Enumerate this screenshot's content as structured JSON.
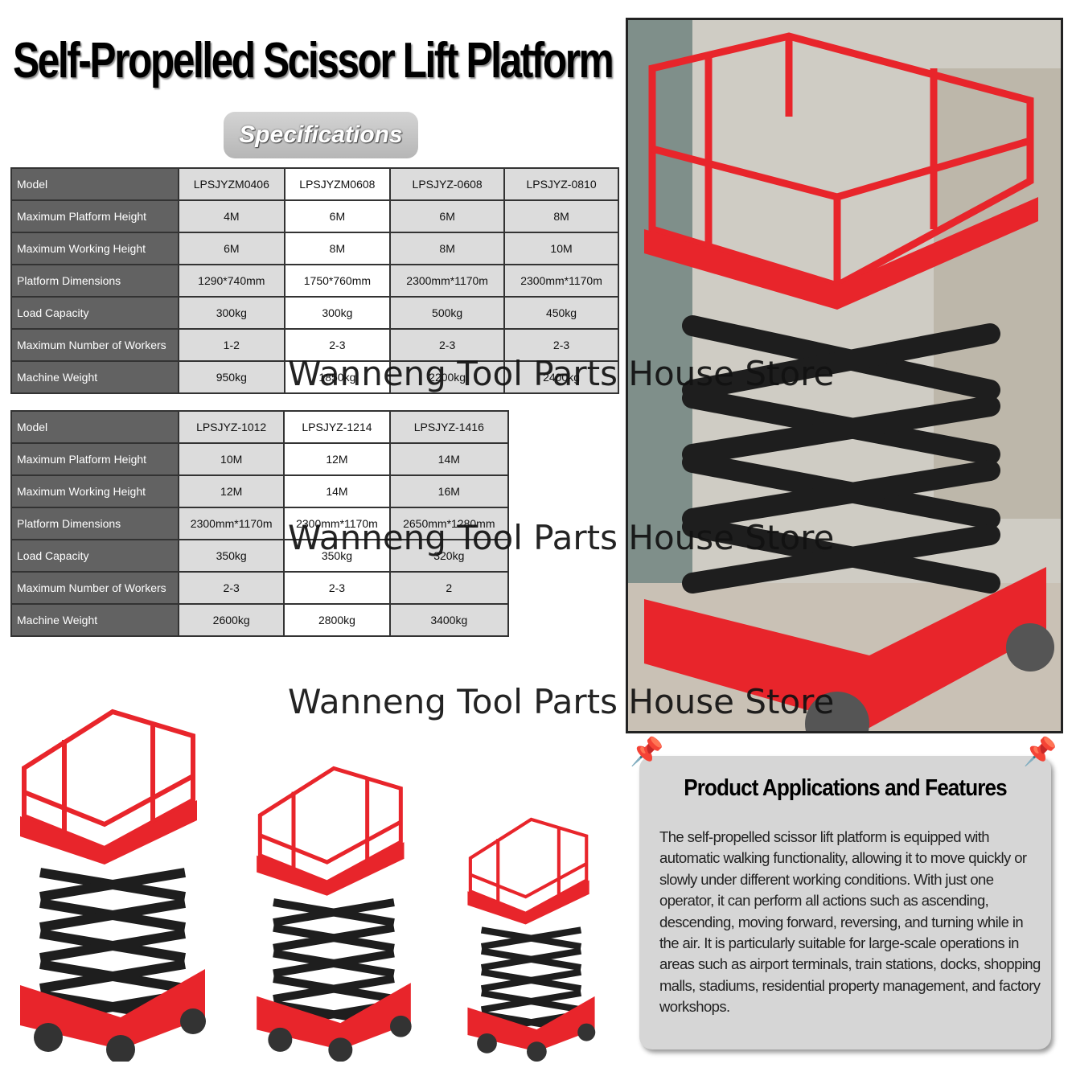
{
  "title": "Self-Propelled Scissor Lift Platform",
  "specifications_label": "Specifications",
  "row_labels": [
    "Model",
    "Maximum Platform Height",
    "Maximum Working Height",
    "Platform Dimensions",
    "Load Capacity",
    "Maximum Number of Workers",
    "Machine Weight"
  ],
  "table1": [
    [
      "LPSJYZM0406",
      "4M",
      "6M",
      "1290*740mm",
      "300kg",
      "1-2",
      "950kg"
    ],
    [
      "LPSJYZM0608",
      "6M",
      "8M",
      "1750*760mm",
      "300kg",
      "2-3",
      "1850kg"
    ],
    [
      "LPSJYZ-0608",
      "6M",
      "8M",
      "2300mm*1170m",
      "500kg",
      "2-3",
      "2200kg"
    ],
    [
      "LPSJYZ-0810",
      "8M",
      "10M",
      "2300mm*1170m",
      "450kg",
      "2-3",
      "2400kg"
    ]
  ],
  "table2": [
    [
      "LPSJYZ-1012",
      "10M",
      "12M",
      "2300mm*1170m",
      "350kg",
      "2-3",
      "2600kg"
    ],
    [
      "LPSJYZ-1214",
      "12M",
      "14M",
      "2300mm*1170m",
      "350kg",
      "2-3",
      "2800kg"
    ],
    [
      "LPSJYZ-1416",
      "14M",
      "16M",
      "2650mm*1280mm",
      "320kg",
      "2",
      "3400kg"
    ]
  ],
  "watermark": "Wanneng Tool Parts House Store",
  "features": {
    "title": "Product Applications and Features",
    "body": "The self-propelled scissor lift platform is equipped with automatic walking functionality, allowing it to move quickly or slowly under different working conditions. With just one operator, it can perform all actions such as ascending, descending, moving forward, reversing, and turning while in the air. It is particularly suitable for large-scale operations in areas such as airport terminals, train stations, docks, shopping malls, stadiums, residential property management, and factory workshops."
  },
  "colors": {
    "lift_red": "#e8252b",
    "scissor_black": "#1e1e1e",
    "label_bg": "#626262"
  }
}
